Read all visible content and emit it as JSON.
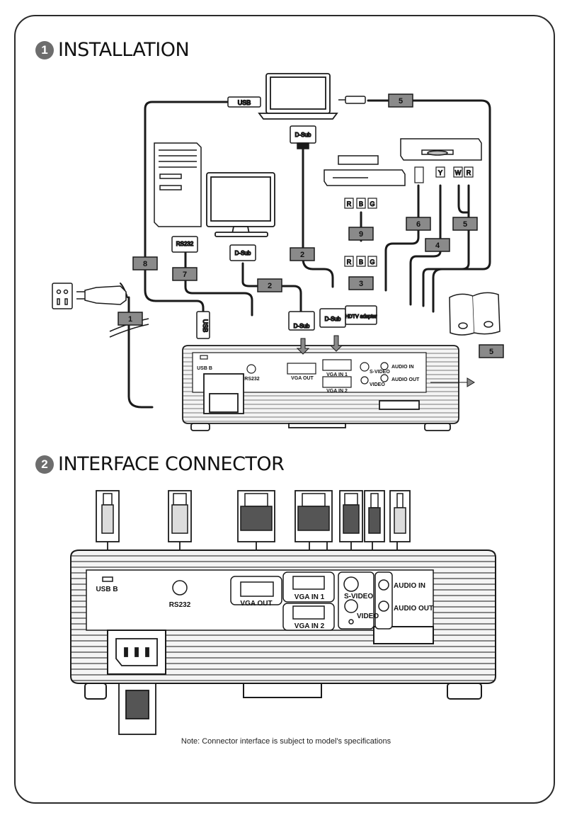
{
  "sections": [
    {
      "number": "1",
      "title": "INSTALLATION"
    },
    {
      "number": "2",
      "title": "INTERFACE CONNECTOR"
    }
  ],
  "cable_tags": [
    "1",
    "2",
    "2",
    "3",
    "4",
    "5",
    "5",
    "5",
    "6",
    "7",
    "8",
    "9"
  ],
  "connector_labels": {
    "usb": "USB",
    "dsub": "D-Sub",
    "rs232": "RS232",
    "hdtv_adapter": "HDTV adapter",
    "rca_r": "R",
    "rca_b": "B",
    "rca_g": "G",
    "av_y": "Y",
    "av_w": "W"
  },
  "ports": {
    "usb_b": "USB B",
    "rs232": "RS232",
    "vga_out": "VGA OUT",
    "vga_in_1": "VGA IN 1",
    "vga_in_2": "VGA IN 2",
    "s_video": "S-VIDEO",
    "video": "VIDEO",
    "audio_in": "AUDIO IN",
    "audio_out": "AUDIO OUT"
  },
  "note": "Note: Connector interface is subject to model's specifications"
}
